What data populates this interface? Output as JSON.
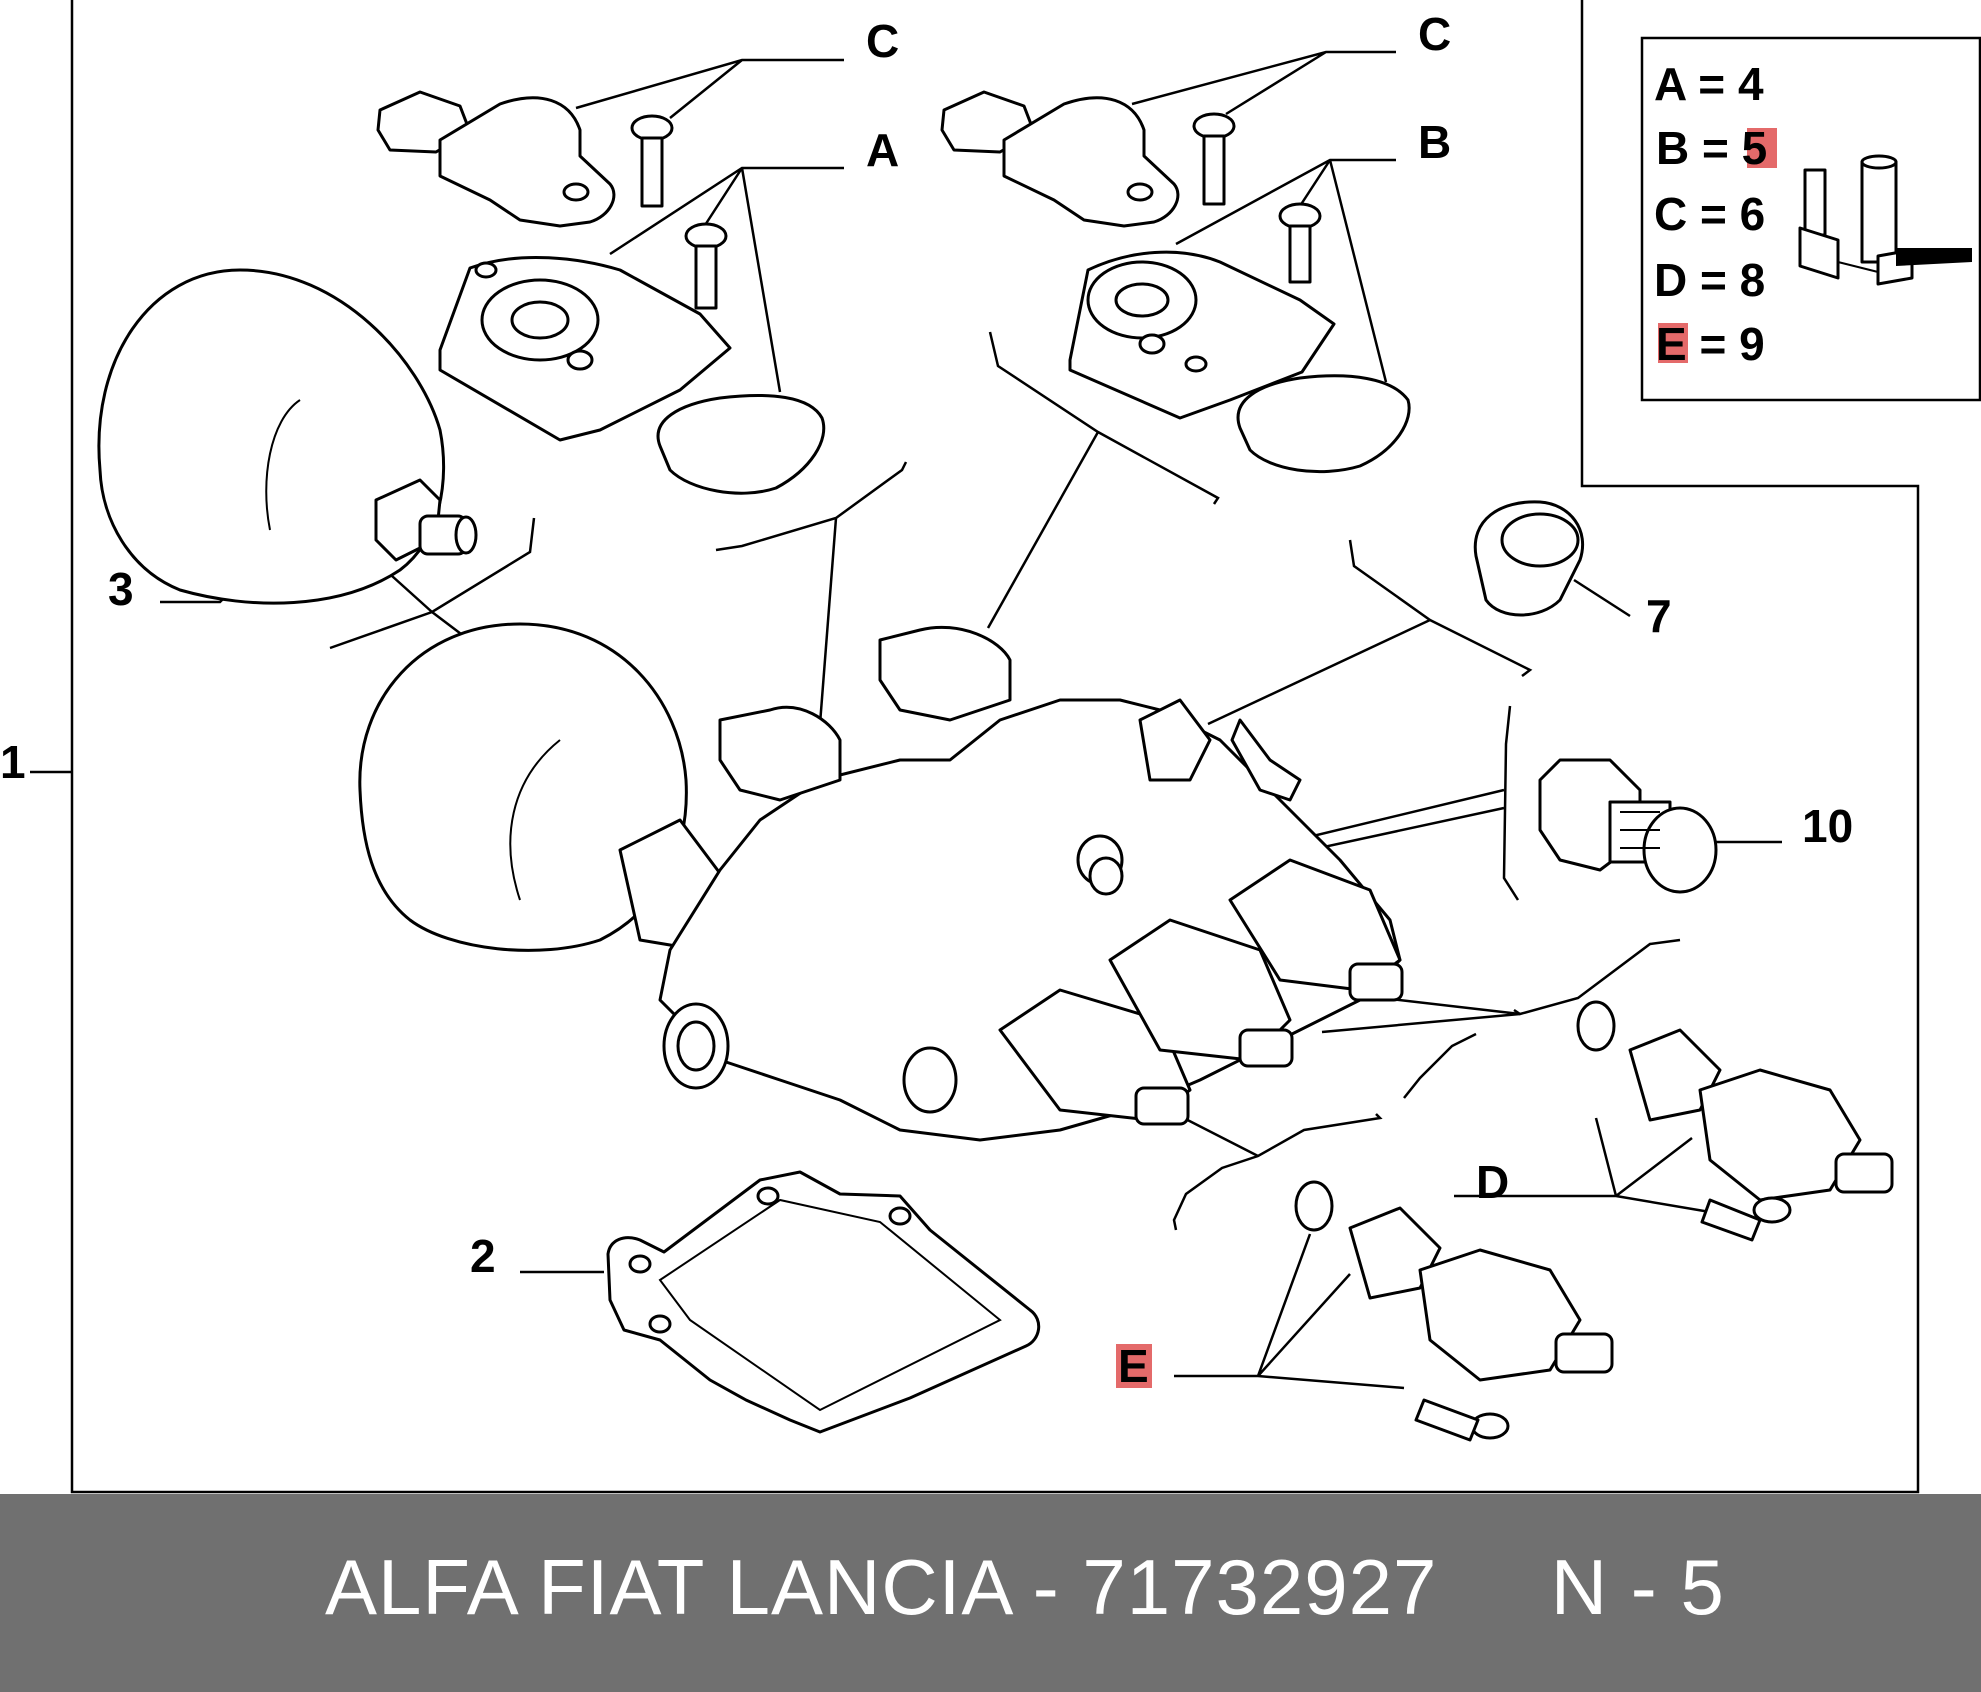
{
  "footer": {
    "brand": "ALFA FIAT LANCIA",
    "separator": "-",
    "part_number": "71732927",
    "page_ref": "N - 5"
  },
  "callouts": {
    "c1": "C",
    "c2": "C",
    "a": "A",
    "b": "B",
    "d": "D",
    "e": "E",
    "n1": "1",
    "n2": "2",
    "n3": "3",
    "n7": "7",
    "n10": "10"
  },
  "legend": [
    {
      "key": "A",
      "eq": "=",
      "value": "4",
      "highlight_key": false,
      "highlight_value": false
    },
    {
      "key": "B",
      "eq": "=",
      "value": "5",
      "highlight_key": false,
      "highlight_value": true
    },
    {
      "key": "C",
      "eq": "=",
      "value": "6",
      "highlight_key": false,
      "highlight_value": false
    },
    {
      "key": "D",
      "eq": "=",
      "value": "8",
      "highlight_key": false,
      "highlight_value": false
    },
    {
      "key": "E",
      "eq": "=",
      "value": "9",
      "highlight_key": true,
      "highlight_value": false
    }
  ],
  "colors": {
    "footer_bg": "#707070",
    "footer_text": "#ffffff",
    "highlight": "#e46a6a"
  },
  "icons": {
    "kit": "parts-kit-icon"
  }
}
